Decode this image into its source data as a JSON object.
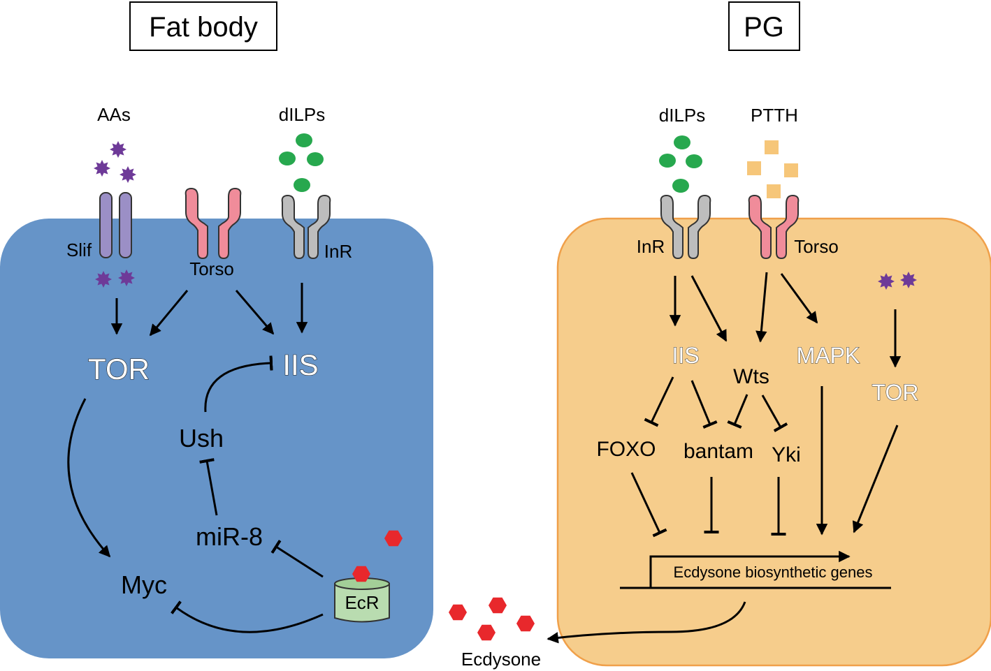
{
  "fat_body": {
    "title": "Fat body",
    "ligands": {
      "aas": "AAs",
      "dilps": "dILPs"
    },
    "receptors": {
      "slif": "Slif",
      "torso": "Torso",
      "inr": "InR",
      "ecr": "EcR"
    },
    "nodes": {
      "tor": "TOR",
      "iis": "IIS",
      "ush": "Ush",
      "mir8": "miR-8",
      "myc": "Myc"
    }
  },
  "pg": {
    "title": "PG",
    "ligands": {
      "dilps": "dILPs",
      "ptth": "PTTH"
    },
    "receptors": {
      "inr": "InR",
      "torso": "Torso"
    },
    "nodes": {
      "iis": "IIS",
      "wts": "Wts",
      "mapk": "MAPK",
      "tor": "TOR",
      "foxo": "FOXO",
      "bantam": "bantam",
      "yki": "Yki"
    },
    "genes": "Ecdysone biosynthetic genes"
  },
  "output": {
    "ecdysone": "Ecdysone"
  },
  "colors": {
    "fat_body_cell": "#6694c8",
    "pg_cell": "#f6cd8c",
    "pg_cell_border": "#f0a04a",
    "amino_acid": "#6e3a98",
    "dilp": "#27a84e",
    "ptth": "#f6c679",
    "ecdysone": "#e8282c",
    "slif_receptor": "#9b8fc6",
    "torso_receptor": "#f08c9a",
    "inr_receptor": "#bdbdbd",
    "ecr": "#b9dcb0"
  },
  "icons": [
    "amino-acid-star",
    "dilp-oval",
    "ptth-square",
    "ecdysone-hexagon",
    "receptor-y-shape",
    "ecr-cylinder"
  ]
}
